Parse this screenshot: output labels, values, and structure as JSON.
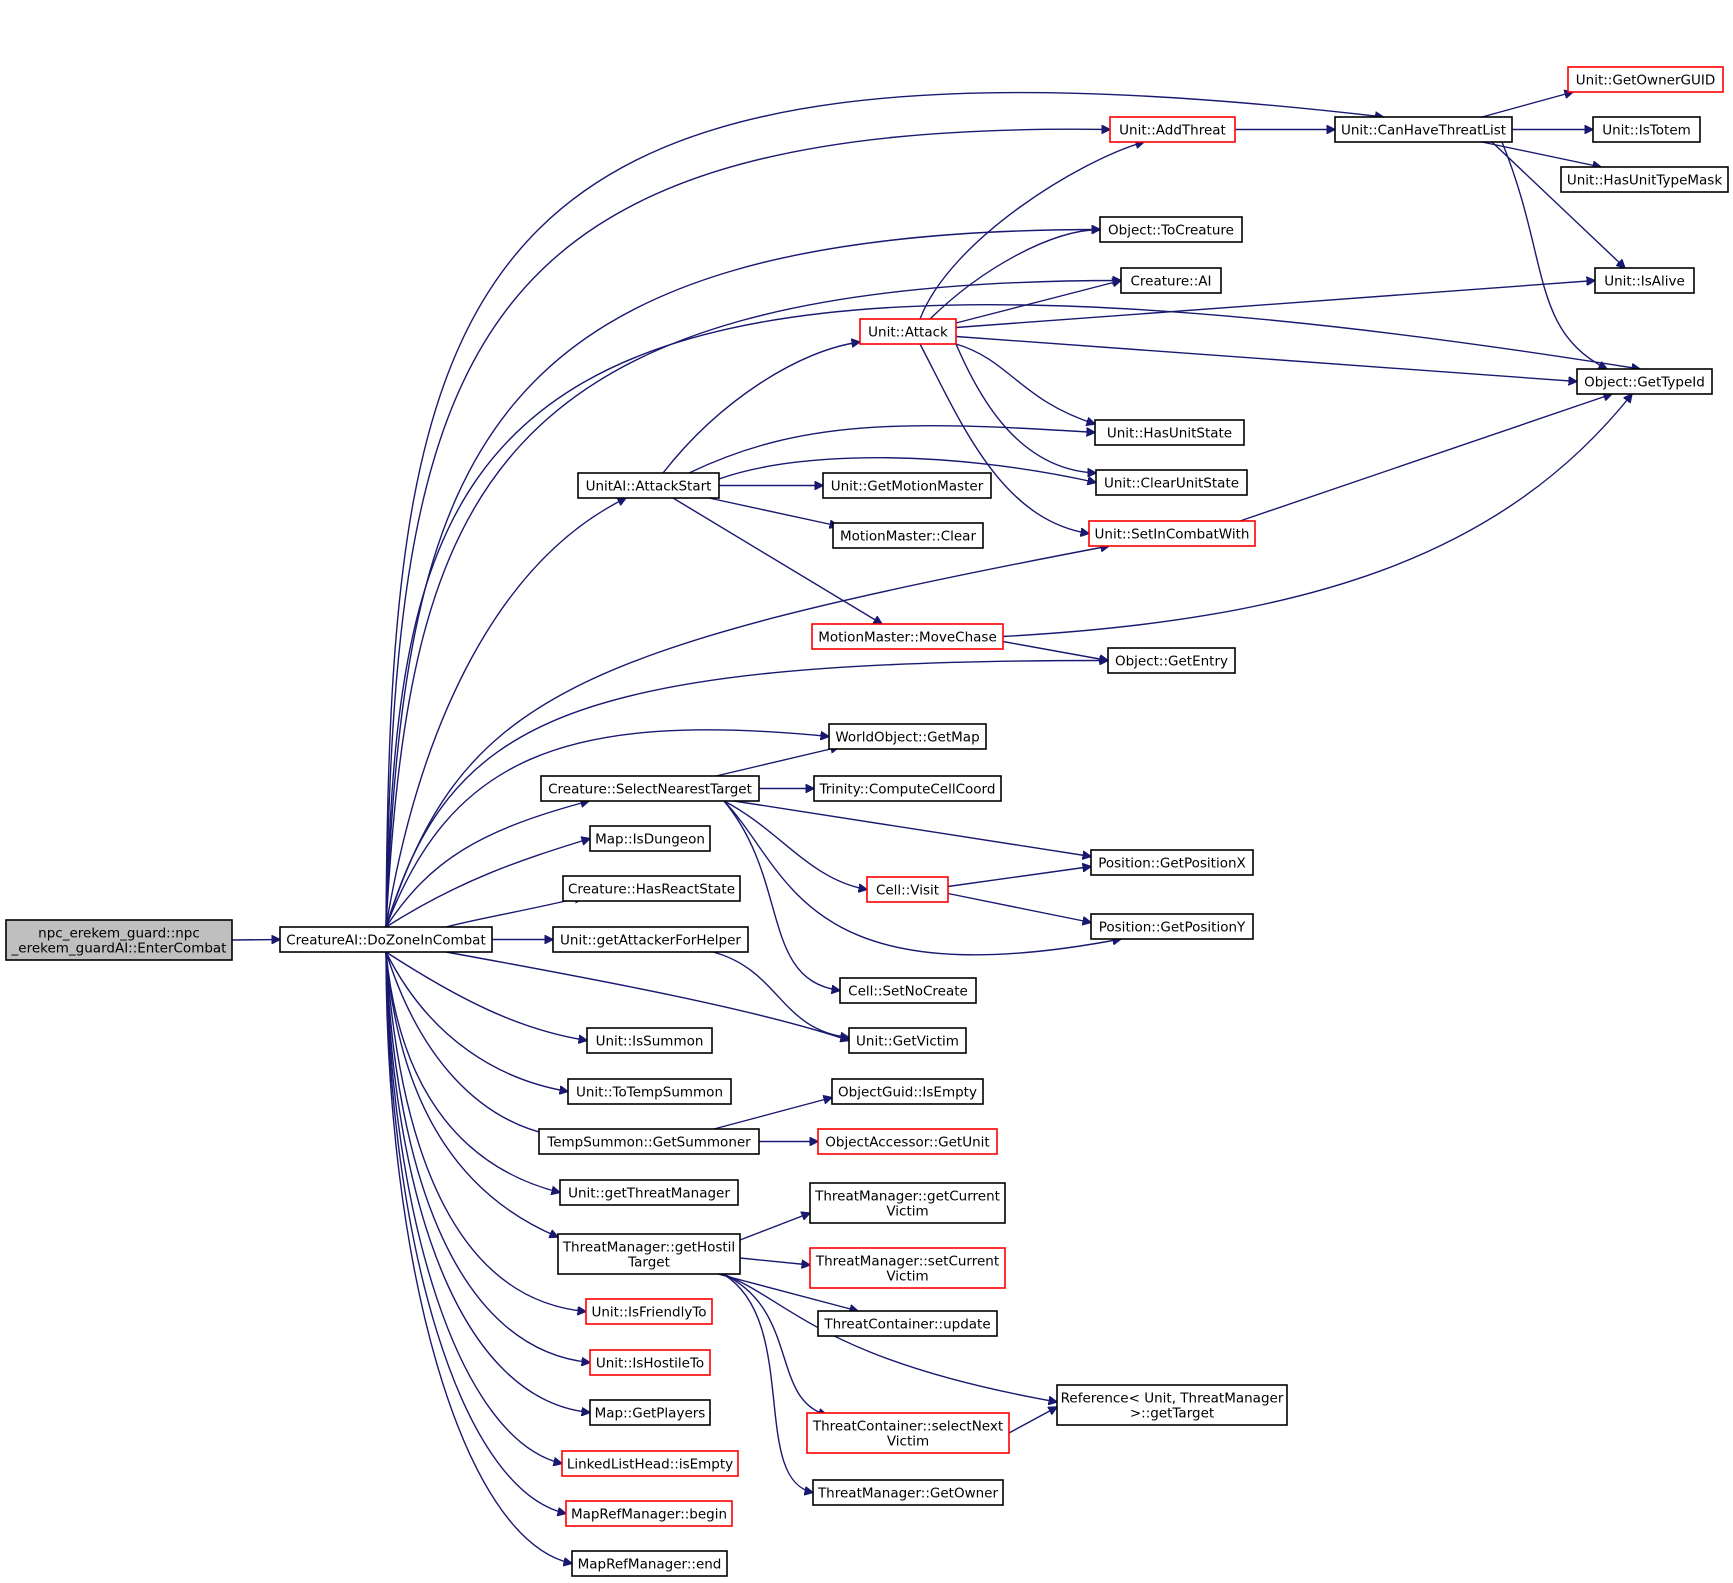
{
  "nodes": {
    "root": [
      "npc_erekem_guard::npc",
      "_erekem_guardAI::EnterCombat"
    ],
    "doZone": [
      "CreatureAI::DoZoneInCombat"
    ],
    "attackStart": [
      "UnitAI::AttackStart"
    ],
    "selectNearest": [
      "Creature::SelectNearestTarget"
    ],
    "isDungeon": [
      "Map::IsDungeon"
    ],
    "hasReact": [
      "Creature::HasReactState"
    ],
    "getAttacker": [
      "Unit::getAttackerForHelper"
    ],
    "isSummon": [
      "Unit::IsSummon"
    ],
    "toTemp": [
      "Unit::ToTempSummon"
    ],
    "getSummoner": [
      "TempSummon::GetSummoner"
    ],
    "getThreatMgr": [
      "Unit::getThreatManager"
    ],
    "getHostil": [
      "ThreatManager::getHostil",
      "Target"
    ],
    "isFriendly": [
      "Unit::IsFriendlyTo"
    ],
    "isHostile": [
      "Unit::IsHostileTo"
    ],
    "getPlayers": [
      "Map::GetPlayers"
    ],
    "isEmptyLL": [
      "LinkedListHead::isEmpty"
    ],
    "begin": [
      "MapRefManager::begin"
    ],
    "end": [
      "MapRefManager::end"
    ],
    "attack": [
      "Unit::Attack"
    ],
    "getMotion": [
      "Unit::GetMotionMaster"
    ],
    "mmClear": [
      "MotionMaster::Clear"
    ],
    "moveChase": [
      "MotionMaster::MoveChase"
    ],
    "getMap": [
      "WorldObject::GetMap"
    ],
    "cellCoord": [
      "Trinity::ComputeCellCoord"
    ],
    "cellVisit": [
      "Cell::Visit"
    ],
    "setNoCreate": [
      "Cell::SetNoCreate"
    ],
    "getVictim": [
      "Unit::GetVictim"
    ],
    "guidEmpty": [
      "ObjectGuid::IsEmpty"
    ],
    "oaGetUnit": [
      "ObjectAccessor::GetUnit"
    ],
    "getCurVictim": [
      "ThreatManager::getCurrent",
      "Victim"
    ],
    "setCurVictim": [
      "ThreatManager::setCurrent",
      "Victim"
    ],
    "tcUpdate": [
      "ThreatContainer::update"
    ],
    "selectNext": [
      "ThreatContainer::selectNext",
      "Victim"
    ],
    "tmGetOwner": [
      "ThreatManager::GetOwner"
    ],
    "refGetTarget": [
      "Reference< Unit, ThreatManager",
      ">::getTarget"
    ],
    "addThreat": [
      "Unit::AddThreat"
    ],
    "toCreature": [
      "Object::ToCreature"
    ],
    "creatureAI": [
      "Creature::AI"
    ],
    "hasUnitState": [
      "Unit::HasUnitState"
    ],
    "clearUnitState": [
      "Unit::ClearUnitState"
    ],
    "setInCombat": [
      "Unit::SetInCombatWith"
    ],
    "getEntry": [
      "Object::GetEntry"
    ],
    "posX": [
      "Position::GetPositionX"
    ],
    "posY": [
      "Position::GetPositionY"
    ],
    "canHaveThreat": [
      "Unit::CanHaveThreatList"
    ],
    "getOwnerGUID": [
      "Unit::GetOwnerGUID"
    ],
    "isTotem": [
      "Unit::IsTotem"
    ],
    "hasUnitTypeMask": [
      "Unit::HasUnitTypeMask"
    ],
    "isAlive": [
      "Unit::IsAlive"
    ],
    "getTypeId": [
      "Object::GetTypeId"
    ]
  },
  "colors": {
    "edge": "#191970",
    "normal_border": "#000000",
    "highlight_border": "#ff0000",
    "root_fill": "#bfbfbf"
  }
}
